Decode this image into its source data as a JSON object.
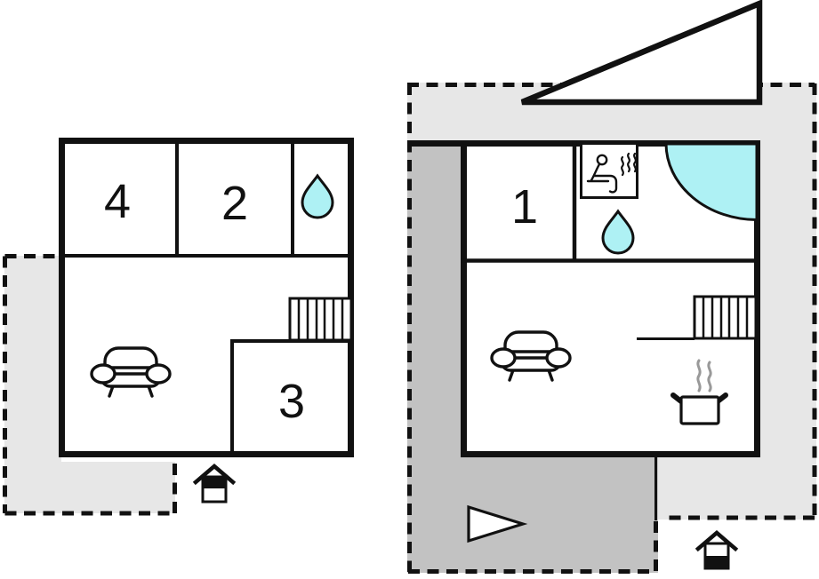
{
  "diagram": {
    "type": "floor-plan",
    "description_visible_text_only": true
  },
  "colors": {
    "wall": "#111111",
    "terrace_light": "#e7e7e7",
    "terrace_dark": "#c2c2c2",
    "water": "#aef1f4",
    "white": "#ffffff",
    "steam_gray": "#999999"
  },
  "left_plan": {
    "rooms": [
      {
        "number": "4"
      },
      {
        "number": "2"
      },
      {
        "number": "3"
      }
    ],
    "icons": [
      "water-drop-icon",
      "stairs-icon",
      "sofa-icon",
      "entrance-house-icon"
    ]
  },
  "right_plan": {
    "rooms": [
      {
        "number": "1"
      }
    ],
    "icons": [
      "sauna-icon",
      "water-drop-icon",
      "corner-bathtub-icon",
      "stairs-icon",
      "sofa-icon",
      "cooking-pot-icon",
      "direction-arrow-icon",
      "entrance-house-icon",
      "roof-triangle-icon"
    ]
  }
}
